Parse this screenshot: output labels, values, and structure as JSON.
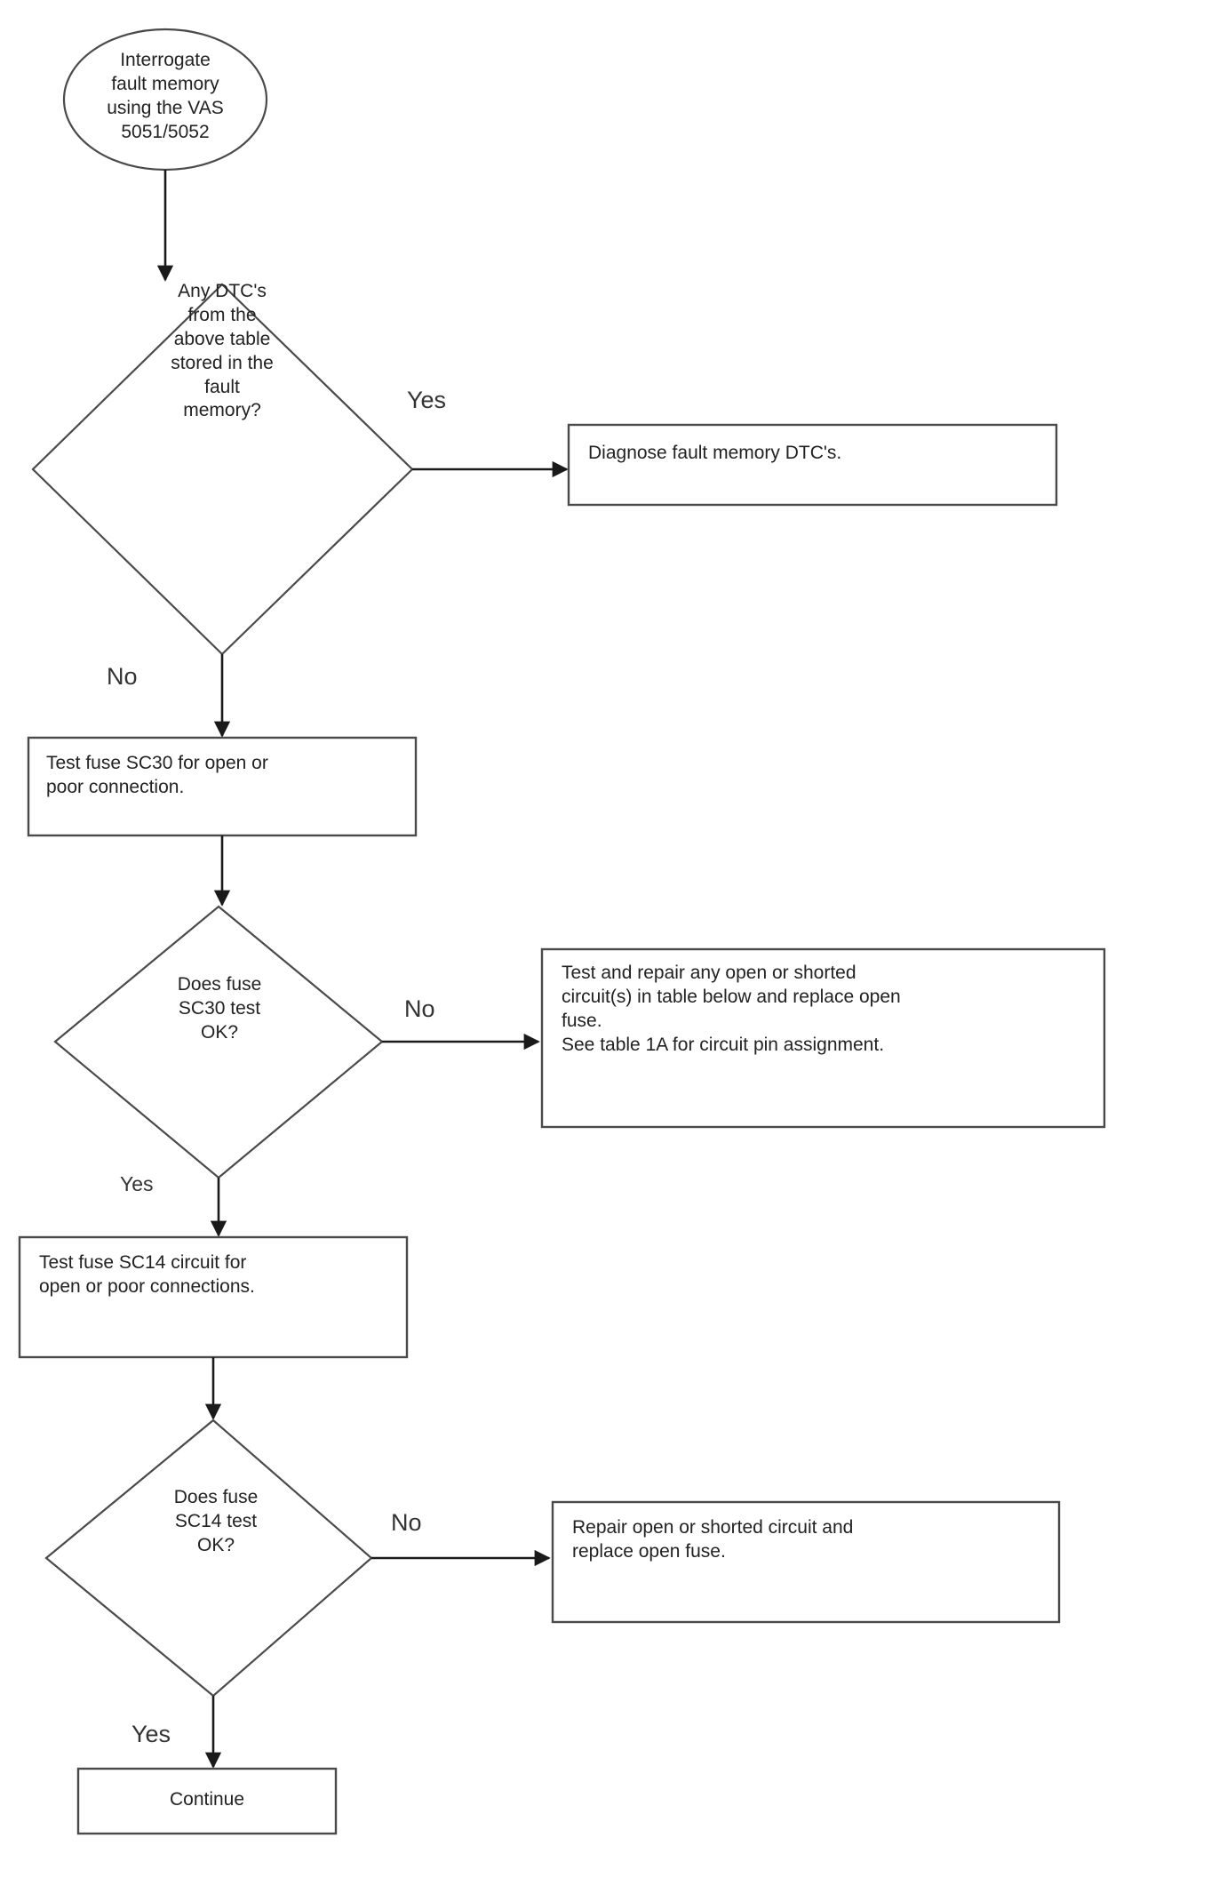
{
  "diagram": {
    "title": "Fuse SC30 / SC14 diagnostic flowchart",
    "stroke_color": "#4a4a4a",
    "text_color": "#222222",
    "background_color": "#ffffff",
    "nodes": {
      "start": {
        "shape": "oval",
        "text": "Interrogate\nfault memory\nusing the VAS\n5051/5052"
      },
      "decision_dtc": {
        "shape": "diamond",
        "text": "Any DTC's\nfrom the\nabove table\nstored in the\nfault\nmemory?"
      },
      "diagnose_dtc": {
        "shape": "rect",
        "text": "Diagnose fault memory DTC's."
      },
      "test_sc30": {
        "shape": "rect",
        "text": "Test fuse SC30 for open or\npoor connection."
      },
      "decision_sc30": {
        "shape": "diamond",
        "text": "Does fuse\nSC30 test\nOK?"
      },
      "repair_sc30": {
        "shape": "rect",
        "text": "Test and repair any open or shorted\ncircuit(s) in table below and replace open\nfuse.\nSee table 1A for circuit pin assignment."
      },
      "test_sc14": {
        "shape": "rect",
        "text": "Test fuse SC14 circuit for\nopen or poor connections."
      },
      "decision_sc14": {
        "shape": "diamond",
        "text": "Does fuse\nSC14  test\nOK?"
      },
      "repair_sc14": {
        "shape": "rect",
        "text": "Repair open or shorted circuit and\nreplace open fuse."
      },
      "continue": {
        "shape": "rect",
        "text": "Continue"
      }
    },
    "edge_labels": {
      "dtc_yes": "Yes",
      "dtc_no": "No",
      "sc30_no": "No",
      "sc30_yes": "Yes",
      "sc14_no": "No",
      "sc14_yes": "Yes"
    }
  }
}
